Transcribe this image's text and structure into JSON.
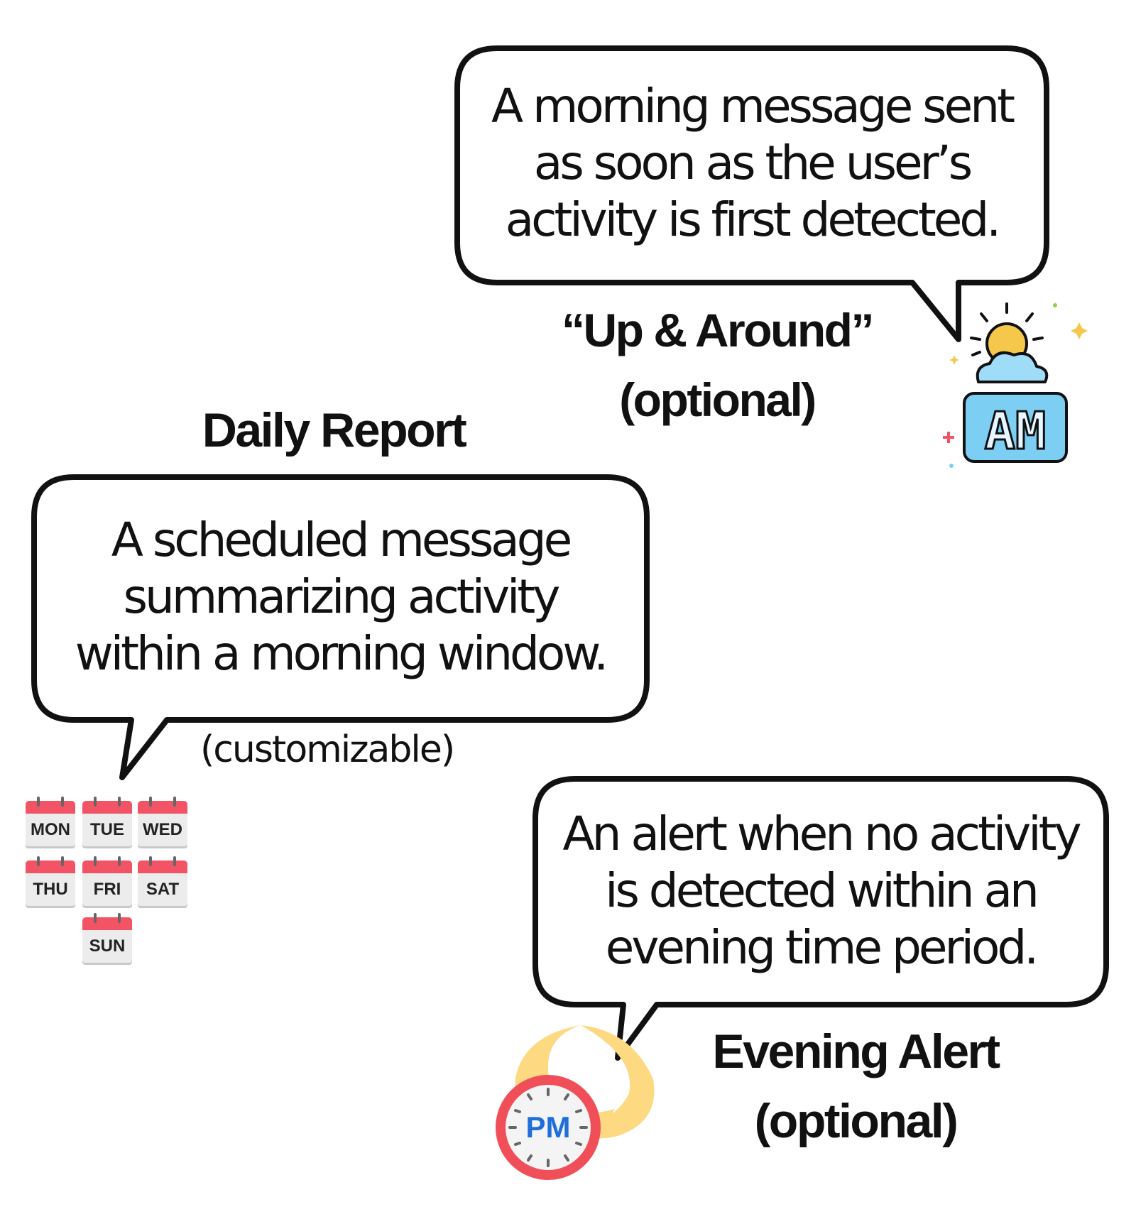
{
  "up_and_around": {
    "bubble_lines": [
      "A morning message sent",
      "as soon as the user’s",
      "activity is first detected."
    ],
    "title_lines": [
      "“Up & Around”",
      "(optional)"
    ],
    "icon": "sun-cloud-am-icon",
    "icon_label": "AM"
  },
  "daily_report": {
    "title": "Daily Report",
    "bubble_lines": [
      "A scheduled message",
      "summarizing activity",
      "within a morning window."
    ],
    "note": "(customizable)",
    "icon": "weekday-calendar-icons",
    "days": [
      "MON",
      "TUE",
      "WED",
      "THU",
      "FRI",
      "SAT",
      "SUN"
    ]
  },
  "evening_alert": {
    "bubble_lines": [
      "An alert when no activity",
      "is detected within an",
      "evening time period."
    ],
    "title_lines": [
      "Evening Alert",
      "(optional)"
    ],
    "icon": "moon-clock-pm-icon",
    "icon_label": "PM"
  },
  "colors": {
    "outline": "#111111",
    "calendar_red": "#f25466",
    "sun_yellow": "#f5c84c",
    "cloud_blue": "#9fdcf7",
    "am_box_blue": "#7ccff2",
    "moon_yellow": "#fdd981",
    "clock_red": "#f04f5a",
    "pm_blue": "#1e6fd9"
  }
}
